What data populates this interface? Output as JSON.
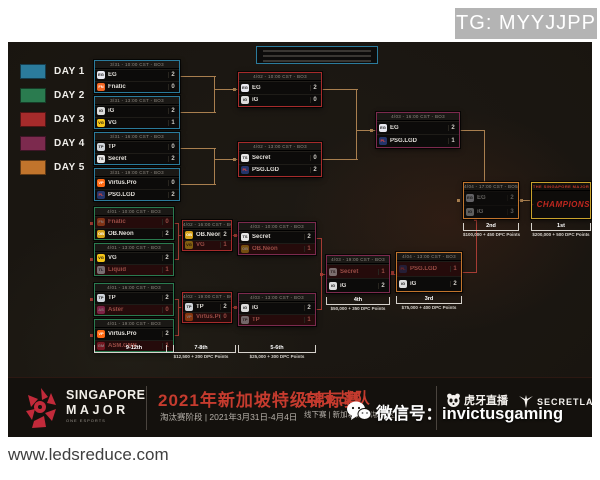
{
  "overlay": {
    "tg_badge": "TG: MYYJJPP",
    "site_watermark": "www.ledsreduce.com",
    "wechat_watermark": "微信号：invictusgaming"
  },
  "legend": {
    "days": [
      {
        "label": "DAY 1",
        "color": "#2b7b9c"
      },
      {
        "label": "DAY 2",
        "color": "#2a7b4f"
      },
      {
        "label": "DAY 3",
        "color": "#a62b2b"
      },
      {
        "label": "DAY 4",
        "color": "#7c2a4e"
      },
      {
        "label": "DAY 5",
        "color": "#c1742c"
      }
    ],
    "gold": "#c9a22c",
    "ub_line": "#a97f4f",
    "lb_line": "#a63c34"
  },
  "bracket": {
    "matches": [
      {
        "id": "ubqf1",
        "day": 1,
        "header": "3/31 - 10:00 CST - BO3",
        "teams": [
          {
            "name": "EG",
            "score": "2",
            "abbr": "EG",
            "bg": "#e8e8f0",
            "fg": "#111",
            "elim": false
          },
          {
            "name": "Fnatic",
            "score": "0",
            "abbr": "FN",
            "bg": "#f26522",
            "fg": "#fff",
            "elim": false
          }
        ]
      },
      {
        "id": "ubqf2",
        "day": 1,
        "header": "3/31 - 13:00 CST - BO3",
        "teams": [
          {
            "name": "iG",
            "score": "2",
            "abbr": "iG",
            "bg": "#dcdcdc",
            "fg": "#111",
            "elim": false
          },
          {
            "name": "VG",
            "score": "1",
            "abbr": "VG",
            "bg": "#f5c518",
            "fg": "#111",
            "elim": false
          }
        ]
      },
      {
        "id": "ubqf3",
        "day": 1,
        "header": "3/31 - 16:00 CST - BO3",
        "teams": [
          {
            "name": "TP",
            "score": "0",
            "abbr": "TP",
            "bg": "#cfd4da",
            "fg": "#222",
            "elim": false
          },
          {
            "name": "Secret",
            "score": "2",
            "abbr": "TS",
            "bg": "#e6e6e6",
            "fg": "#222",
            "elim": false
          }
        ]
      },
      {
        "id": "ubqf4",
        "day": 1,
        "header": "3/31 - 19:00 CST - BO3",
        "teams": [
          {
            "name": "Virtus.Pro",
            "score": "0",
            "abbr": "VP",
            "bg": "#ff6a13",
            "fg": "#fff",
            "elim": false
          },
          {
            "name": "PSG.LGD",
            "score": "2",
            "abbr": "PL",
            "bg": "#24356b",
            "fg": "#e8463c",
            "elim": false
          }
        ]
      },
      {
        "id": "ubsf1",
        "day": 3,
        "header": "4/02 - 10:00 CST - BO3",
        "teams": [
          {
            "name": "EG",
            "score": "2",
            "abbr": "EG",
            "bg": "#e8e8f0",
            "fg": "#111",
            "elim": false
          },
          {
            "name": "iG",
            "score": "0",
            "abbr": "iG",
            "bg": "#dcdcdc",
            "fg": "#111",
            "elim": false
          }
        ]
      },
      {
        "id": "ubsf2",
        "day": 3,
        "header": "4/02 - 13:00 CST - BO3",
        "teams": [
          {
            "name": "Secret",
            "score": "0",
            "abbr": "TS",
            "bg": "#e6e6e6",
            "fg": "#222",
            "elim": false
          },
          {
            "name": "PSG.LGD",
            "score": "2",
            "abbr": "PL",
            "bg": "#24356b",
            "fg": "#e8463c",
            "elim": false
          }
        ]
      },
      {
        "id": "ubfinal",
        "day": 4,
        "header": "4/03 - 16:00 CST - BO3",
        "teams": [
          {
            "name": "EG",
            "score": "2",
            "abbr": "EG",
            "bg": "#e8e8f0",
            "fg": "#111",
            "elim": false
          },
          {
            "name": "PSG.LGD",
            "score": "1",
            "abbr": "PL",
            "bg": "#24356b",
            "fg": "#e8463c",
            "elim": false
          }
        ]
      },
      {
        "id": "lbr1m1",
        "day": 2,
        "header": "4/01 - 10:00 CST - BO3",
        "teams": [
          {
            "name": "Fnatic",
            "score": "0",
            "abbr": "FN",
            "bg": "#f26522",
            "fg": "#fff",
            "elim": true
          },
          {
            "name": "OB.Neon",
            "score": "2",
            "abbr": "OB",
            "bg": "#d4a017",
            "fg": "#fff",
            "elim": false
          }
        ]
      },
      {
        "id": "lbr1m2",
        "day": 2,
        "header": "4/01 - 13:00 CST - BO3",
        "teams": [
          {
            "name": "VG",
            "score": "2",
            "abbr": "VG",
            "bg": "#f5c518",
            "fg": "#111",
            "elim": false
          },
          {
            "name": "Liquid",
            "score": "1",
            "abbr": "TL",
            "bg": "#dfe6ee",
            "fg": "#123",
            "elim": true
          }
        ]
      },
      {
        "id": "lbr1m3",
        "day": 2,
        "header": "4/01 - 16:00 CST - BO3",
        "teams": [
          {
            "name": "TP",
            "score": "2",
            "abbr": "TP",
            "bg": "#cfd4da",
            "fg": "#222",
            "elim": false
          },
          {
            "name": "Aster",
            "score": "0",
            "abbr": "AS",
            "bg": "#e83e8c",
            "fg": "#fff",
            "elim": true
          }
        ]
      },
      {
        "id": "lbr1m4",
        "day": 2,
        "header": "4/01 - 19:00 CST - BO3",
        "teams": [
          {
            "name": "Virtus.Pro",
            "score": "2",
            "abbr": "VP",
            "bg": "#ff6a13",
            "fg": "#fff",
            "elim": false
          },
          {
            "name": "ASM.GMB",
            "score": "1",
            "abbr": "GM",
            "bg": "#d7263d",
            "fg": "#fff",
            "elim": true
          }
        ]
      },
      {
        "id": "lbr2m1",
        "day": 3,
        "header": "4/02 - 16:00 CST - BO3",
        "teams": [
          {
            "name": "OB.Neon",
            "score": "2",
            "abbr": "OB",
            "bg": "#d4a017",
            "fg": "#fff",
            "elim": false
          },
          {
            "name": "VG",
            "score": "1",
            "abbr": "VG",
            "bg": "#f5c518",
            "fg": "#111",
            "elim": true
          }
        ]
      },
      {
        "id": "lbr2m2",
        "day": 3,
        "header": "4/02 - 19:00 CST - BO3",
        "teams": [
          {
            "name": "TP",
            "score": "2",
            "abbr": "TP",
            "bg": "#cfd4da",
            "fg": "#222",
            "elim": false
          },
          {
            "name": "Virtus.Pro",
            "score": "0",
            "abbr": "VP",
            "bg": "#ff6a13",
            "fg": "#fff",
            "elim": true
          }
        ]
      },
      {
        "id": "lbr3m1",
        "day": 4,
        "header": "4/03 - 10:00 CST - BO3",
        "teams": [
          {
            "name": "Secret",
            "score": "2",
            "abbr": "TS",
            "bg": "#e6e6e6",
            "fg": "#222",
            "elim": false
          },
          {
            "name": "OB.Neon",
            "score": "1",
            "abbr": "OB",
            "bg": "#d4a017",
            "fg": "#fff",
            "elim": true
          }
        ]
      },
      {
        "id": "lbr3m2",
        "day": 4,
        "header": "4/03 - 13:00 CST - BO3",
        "teams": [
          {
            "name": "iG",
            "score": "2",
            "abbr": "iG",
            "bg": "#dcdcdc",
            "fg": "#111",
            "elim": false
          },
          {
            "name": "TP",
            "score": "1",
            "abbr": "TP",
            "bg": "#cfd4da",
            "fg": "#222",
            "elim": true
          }
        ]
      },
      {
        "id": "lbsf",
        "day": 4,
        "header": "4/03 - 19:00 CST - BO3",
        "teams": [
          {
            "name": "Secret",
            "score": "1",
            "abbr": "TS",
            "bg": "#e6e6e6",
            "fg": "#222",
            "elim": true
          },
          {
            "name": "iG",
            "score": "2",
            "abbr": "iG",
            "bg": "#dcdcdc",
            "fg": "#111",
            "elim": false
          }
        ]
      },
      {
        "id": "lbfinal",
        "day": 5,
        "header": "4/04 - 13:00 CST - BO3",
        "teams": [
          {
            "name": "PSG.LGD",
            "score": "1",
            "abbr": "PL",
            "bg": "#24356b",
            "fg": "#e8463c",
            "elim": true
          },
          {
            "name": "iG",
            "score": "2",
            "abbr": "iG",
            "bg": "#dcdcdc",
            "fg": "#111",
            "elim": false
          }
        ]
      },
      {
        "id": "gf",
        "day": 5,
        "header": "4/04 - 17:00 CST - BO5",
        "teams": [
          {
            "name": "EG",
            "score": "2",
            "abbr": "EG",
            "bg": "#e8e8f0",
            "fg": "#111",
            "elim": false,
            "dim": true
          },
          {
            "name": "iG",
            "score": "3",
            "abbr": "iG",
            "bg": "#dcdcdc",
            "fg": "#111",
            "elim": false,
            "dim": true
          }
        ]
      }
    ],
    "champion": {
      "header": "THE SINGAPORE MAJOR",
      "label": "CHAMPIONS"
    },
    "placements": [
      {
        "id": "p9",
        "label": "9-12th",
        "points": ""
      },
      {
        "id": "p7",
        "label": "7-8th",
        "points": "$12,500 + 200 DPC Points"
      },
      {
        "id": "p5",
        "label": "5-6th",
        "points": "$25,000 + 300 DPC Points"
      },
      {
        "id": "p4",
        "label": "4th",
        "points": "$50,000 + 350 DPC Points"
      },
      {
        "id": "p3",
        "label": "3rd",
        "points": "$75,000 + 400 DPC Points"
      },
      {
        "id": "p2",
        "label": "2nd",
        "points": "$100,000 + 450 DPC Points"
      },
      {
        "id": "p1",
        "label": "1st",
        "points": "$200,000 + 500 DPC Points"
      }
    ]
  },
  "footer": {
    "brand_line1": "SINGAPORE",
    "brand_line2": "MAJOR",
    "brand_sub": "ONE ESPORTS",
    "title_cn": "2021年新加坡特级锦标赛",
    "sub_cn": "淘汰赛阶段 | 2021年3月31日-4月4日",
    "teams_cn": "12支战队",
    "teams_sub_cn": "线下赛 | 新加坡,新加坡赛区",
    "sponsor_huya": "虎牙直播",
    "sponsor_secretlab": "SECRETLAB"
  }
}
